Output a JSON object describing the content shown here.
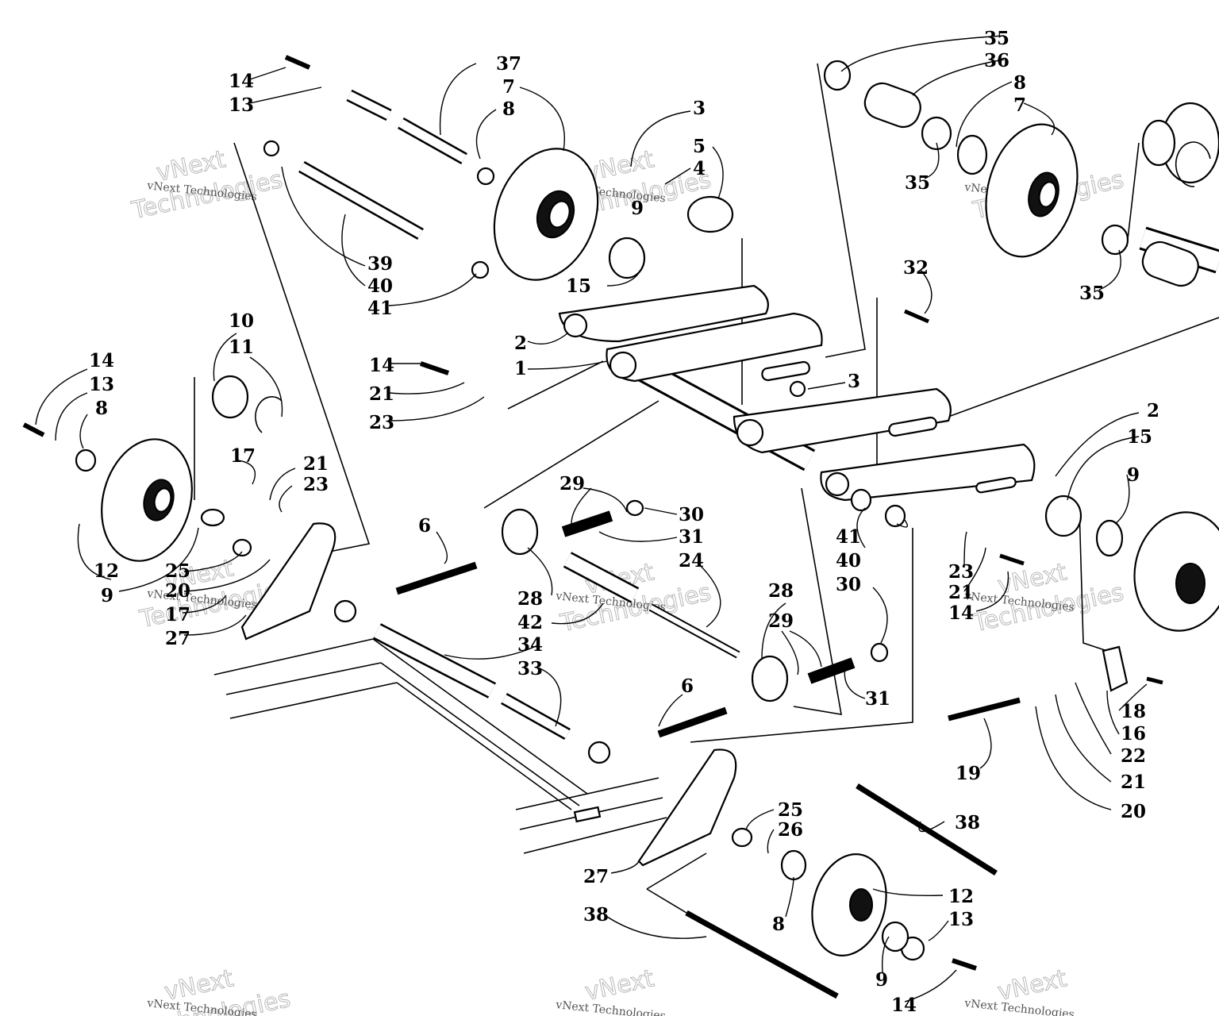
{
  "watermark": {
    "line1": "vNext",
    "line2": "Technologies",
    "small": "vNext Technologies"
  },
  "labels": {
    "l1": "1",
    "l2a": "2",
    "l2b": "2",
    "l3a": "3",
    "l3b": "3",
    "l4": "4",
    "l5": "5",
    "l6a": "6",
    "l6b": "6",
    "l7a": "7",
    "l7b": "7",
    "l8a": "8",
    "l8b": "8",
    "l8c": "8",
    "l8d": "8",
    "l9a": "9",
    "l9b": "9",
    "l9c": "9",
    "l9d": "9",
    "l10": "10",
    "l11": "11",
    "l12a": "12",
    "l12b": "12",
    "l13a": "13",
    "l13b": "13",
    "l13c": "13",
    "l14a": "14",
    "l14b": "14",
    "l14c": "14",
    "l14d": "14",
    "l14e": "14",
    "l15a": "15",
    "l15b": "15",
    "l16": "16",
    "l17a": "17",
    "l17b": "17",
    "l18": "18",
    "l19": "19",
    "l20a": "20",
    "l20b": "20",
    "l21a": "21",
    "l21b": "21",
    "l21c": "21",
    "l21d": "21",
    "l22": "22",
    "l23a": "23",
    "l23b": "23",
    "l23c": "23",
    "l24": "24",
    "l25a": "25",
    "l25b": "25",
    "l26": "26",
    "l27a": "27",
    "l27b": "27",
    "l28a": "28",
    "l28b": "28",
    "l29a": "29",
    "l29b": "29",
    "l30a": "30",
    "l30b": "30",
    "l31a": "31",
    "l31b": "31",
    "l32": "32",
    "l33": "33",
    "l34": "34",
    "l35a": "35",
    "l35b": "35",
    "l35c": "35",
    "l36": "36",
    "l37": "37",
    "l38a": "38",
    "l38b": "38",
    "l39": "39",
    "l40a": "40",
    "l40b": "40",
    "l41a": "41",
    "l41b": "41",
    "l42": "42"
  }
}
